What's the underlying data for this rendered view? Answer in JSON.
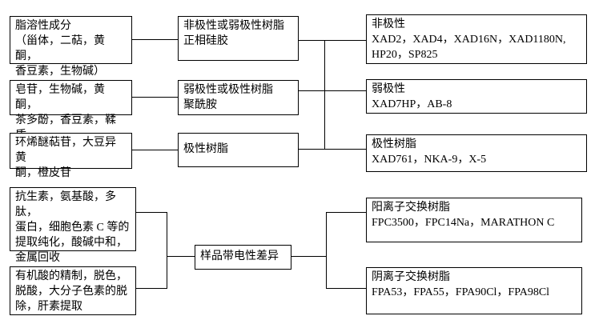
{
  "diagram_type": "flowchart",
  "colors": {
    "background": "#ffffff",
    "border": "#000000",
    "text": "#000000"
  },
  "nodes": {
    "lipid_components": {
      "text": "脂溶性成分\n（甾体，二萜，黄酮，\n香豆素，生物碱）"
    },
    "nonpolar_or_weak_resin": {
      "text": "非极性或弱极性树脂\n正相硅胶"
    },
    "nonpolar_resins": {
      "text": "非极性\nXAD2，XAD4，XAD16N，XAD1180N,\nHP20，SP825"
    },
    "saponin_components": {
      "text": "皂苷，生物碱，黄酮，\n茶多酚，香豆素，鞣质"
    },
    "weak_or_polar_resin": {
      "text": "弱极性或极性树脂\n聚酰胺"
    },
    "weak_polar_resins": {
      "text": "弱极性\nXAD7HP，AB-8"
    },
    "iridoid_components": {
      "text": "环烯醚萜苷，大豆异黄\n酮，橙皮苷"
    },
    "polar_resin": {
      "text": "极性树脂"
    },
    "polar_resins": {
      "text": "极性树脂\nXAD761，NKA-9，X-5"
    },
    "antibiotic_applications": {
      "text": "抗生素，氨基酸，多肽，\n蛋白，细胞色素 C 等的\n提取纯化，酸碱中和，\n金属回收"
    },
    "organic_acid_applications": {
      "text": "有机酸的精制，脱色，\n脱酸，大分子色素的脱\n除，肝素提取"
    },
    "sample_charge_difference": {
      "text": "样品带电性差异"
    },
    "cation_exchange_resins": {
      "text": "阳离子交换树脂\nFPC3500，FPC14Na，MARATHON C"
    },
    "anion_exchange_resins": {
      "text": "阴离子交换树脂\nFPA53，FPA55，FPA90Cl，FPA98Cl"
    }
  },
  "edges": [
    {
      "from": "lipid_components",
      "to": "nonpolar_or_weak_resin"
    },
    {
      "from": "nonpolar_or_weak_resin",
      "to": "nonpolar_resins"
    },
    {
      "from": "saponin_components",
      "to": "weak_or_polar_resin"
    },
    {
      "from": "weak_or_polar_resin",
      "to": "weak_polar_resins"
    },
    {
      "from": "iridoid_components",
      "to": "polar_resin"
    },
    {
      "from": "polar_resin",
      "to": "polar_resins"
    },
    {
      "from": "antibiotic_applications",
      "to": "sample_charge_difference"
    },
    {
      "from": "organic_acid_applications",
      "to": "sample_charge_difference"
    },
    {
      "from": "sample_charge_difference",
      "to": "cation_exchange_resins"
    },
    {
      "from": "sample_charge_difference",
      "to": "anion_exchange_resins"
    }
  ]
}
